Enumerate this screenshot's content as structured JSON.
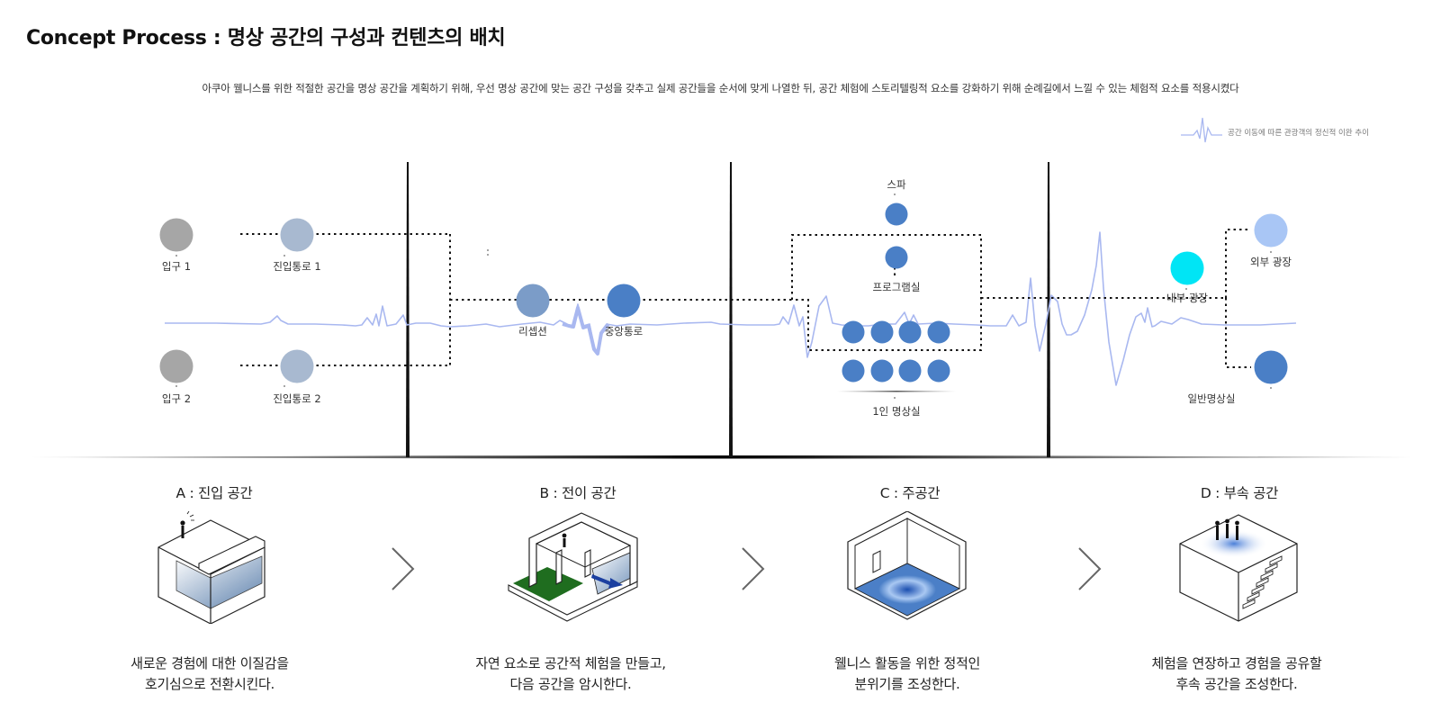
{
  "header": {
    "title": "Concept Process : 명상 공간의 구성과 컨텐츠의 배치",
    "description": "아쿠아 웰니스를 위한 적절한 공간을 명상 공간을 계획하기 위해, 우선 명상 공간에 맞는 공간 구성을 갖추고 실제 공간들을 순서에 맞게 나열한 뒤, 공간 체험에 스토리텔링적 요소를 강화하기 위해 순례길에서 느낄 수 있는 체험적 요소를 적용시켰다"
  },
  "legend": {
    "label": "공간 이동에 따른 관광객의 정신적 이완 추이"
  },
  "nodes": {
    "entrance1": "입구 1",
    "entrance2": "입구 2",
    "passage1": "진입통로 1",
    "passage2": "진입통로 2",
    "reception": "리셉션",
    "central_passage": "중앙통로",
    "spa": "스파",
    "program_room": "프로그램실",
    "single_meditation": "1인 명상실",
    "inner_plaza": "내부 광장",
    "outer_plaza": "외부 광장",
    "general_meditation": "일반명상실"
  },
  "colors": {
    "gray_node": "#a6a6a6",
    "pale_node": "#a8b9d0",
    "mid_node": "#7b9cc8",
    "blue_node": "#4a7fc6",
    "light_blue_node": "#a9c6f5",
    "cyan_node": "#00e5f5",
    "curve": "#a9b8f0"
  },
  "sections": [
    {
      "title": "A : 진입 공간",
      "desc_lines": [
        "새로운 경험에 대한 이질감을",
        "호기심으로 전환시킨다."
      ]
    },
    {
      "title": "B : 전이 공간",
      "desc_lines": [
        "자연 요소로 공간적 체험을 만들고,",
        "다음 공간을 암시한다."
      ]
    },
    {
      "title": "C : 주공간",
      "desc_lines": [
        "웰니스 활동을 위한 정적인",
        "분위기를 조성한다."
      ]
    },
    {
      "title": "D : 부속 공간",
      "desc_lines": [
        "체험을 연장하고 경험을 공유할",
        "후속 공간을 조성한다."
      ]
    }
  ]
}
